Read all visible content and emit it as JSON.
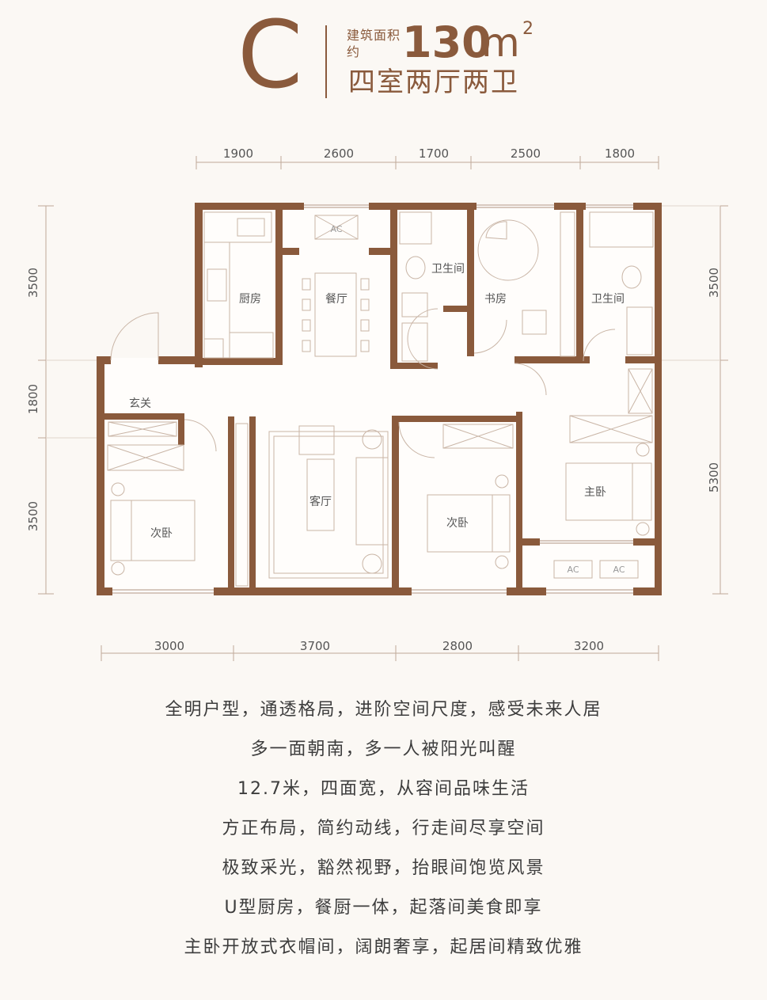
{
  "header": {
    "type_letter": "C",
    "area_label": "建筑面积约",
    "area_value": "130",
    "area_unit": "m",
    "area_unit_sup": "2",
    "layout": "四室两厅两卫"
  },
  "dimensions": {
    "top": [
      "1900",
      "2600",
      "1700",
      "2500",
      "1800"
    ],
    "bottom": [
      "3000",
      "3700",
      "2800",
      "3200"
    ],
    "left": [
      "3500",
      "1800",
      "3500"
    ],
    "right": [
      "3500",
      "5300"
    ]
  },
  "rooms": {
    "kitchen": "厨房",
    "dining": "餐厅",
    "bath1": "卫生间",
    "study": "书房",
    "bath2": "卫生间",
    "foyer": "玄关",
    "living": "客厅",
    "bedroom_left": "次卧",
    "bedroom_mid": "次卧",
    "master": "主卧",
    "ac1": "AC",
    "ac2": "AC",
    "ac3": "AC"
  },
  "description": [
    "全明户型，通透格局，进阶空间尺度，感受未来人居",
    "多一面朝南，多一人被阳光叫醒",
    "12.7米，四面宽，从容间品味生活",
    "方正布局，简约动线，行走间尽享空间",
    "极致采光，豁然视野，抬眼间饱览风景",
    "U型厨房，餐厨一体，起落间美食即享",
    "主卧开放式衣帽间，阔朗奢享，起居间精致优雅"
  ],
  "colors": {
    "wall": "#8a5a3c",
    "accent": "#8a5a3c",
    "line": "#c9b5a6",
    "background": "#fbf8f4"
  }
}
